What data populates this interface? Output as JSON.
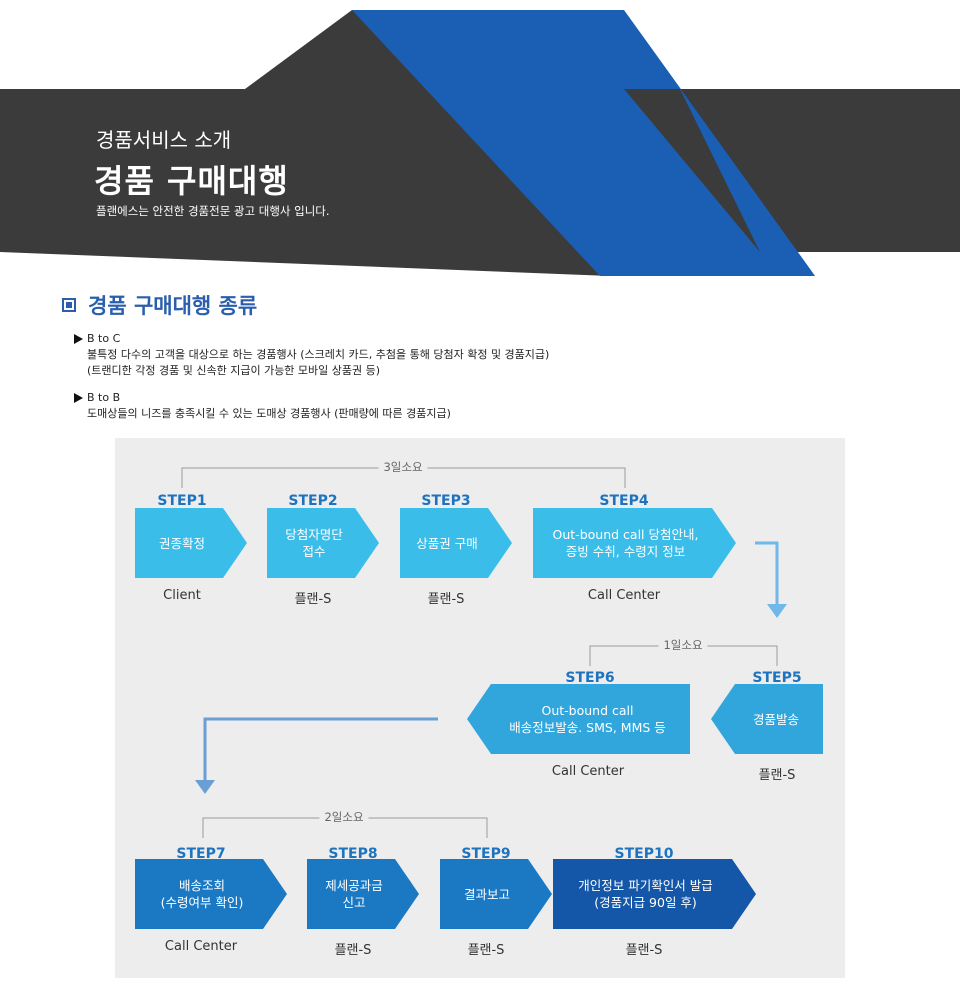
{
  "hero": {
    "subtitle": "경품서비스 소개",
    "title": "경품 구매대행",
    "description": "플랜에스는 안전한  경품전문 광고  대행사 입니다."
  },
  "section": {
    "title": "경품 구매대행 종류",
    "bullets": [
      {
        "heading": "B to C",
        "lines": [
          "불특정 다수의 고객을 대상으로 하는 경품행사 (스크레치 카드, 추첨을 통해 당첨자 확정 및 경품지급)",
          "(트랜디한 각정 경품 및 신속한 지급이 가능한 모바일 상품권 등)"
        ]
      },
      {
        "heading": "B to B",
        "lines": [
          "도매상들의 니즈를 충족시킬 수 있는 도매상 경품행사 (판매량에 따른 경품지급)"
        ]
      }
    ]
  },
  "process": {
    "durations": [
      "3일소요",
      "1일소요",
      "2일소요"
    ],
    "steps": [
      {
        "label": "STEP1",
        "lines": [
          "권종확정"
        ],
        "actor": "Client"
      },
      {
        "label": "STEP2",
        "lines": [
          "당첨자명단",
          "접수"
        ],
        "actor": "플랜-S"
      },
      {
        "label": "STEP3",
        "lines": [
          "상품권 구매"
        ],
        "actor": "플랜-S"
      },
      {
        "label": "STEP4",
        "lines": [
          "Out-bound call 당첨안내,",
          "증빙 수취, 수령지 정보"
        ],
        "actor": "Call Center"
      },
      {
        "label": "STEP5",
        "lines": [
          "경품발송"
        ],
        "actor": "플랜-S"
      },
      {
        "label": "STEP6",
        "lines": [
          "Out-bound call",
          "배송정보발송. SMS, MMS 등"
        ],
        "actor": "Call Center"
      },
      {
        "label": "STEP7",
        "lines": [
          "배송조회",
          "(수령여부 확인)"
        ],
        "actor": "Call Center"
      },
      {
        "label": "STEP8",
        "lines": [
          "제세공과금",
          "신고"
        ],
        "actor": "플랜-S"
      },
      {
        "label": "STEP9",
        "lines": [
          "결과보고"
        ],
        "actor": "플랜-S"
      },
      {
        "label": "STEP10",
        "lines": [
          "개인정보 파기확인서 발급",
          "(경품지급 90일 후)"
        ],
        "actor": "플랜-S"
      }
    ]
  },
  "colors": {
    "hero_dark": "#3b3b3b",
    "hero_blue": "#1b5fb5",
    "accent": "#2b5fad",
    "step_light": "#3bbde9",
    "step_mid": "#31a6dc",
    "step_dark": "#1b79c4",
    "step_darkest": "#1456a8",
    "panel": "#ededee"
  },
  "icons": [
    "square-bullet-icon",
    "triangle-bullet-icon",
    "flow-arrow-icon"
  ]
}
